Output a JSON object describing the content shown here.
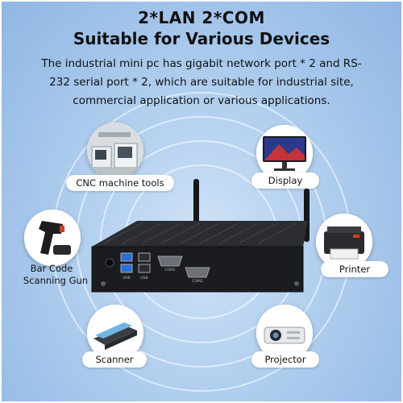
{
  "heading": {
    "line1": "2*LAN 2*COM",
    "line2": "Suitable for Various Devices",
    "description": "The industrial mini pc has gigabit network port * 2 and RS-232 serial port * 2, which are suitable for industrial site, commercial application or various applications."
  },
  "devices": {
    "cnc": "CNC machine tools",
    "display": "Display",
    "barcode_line1": "Bar Code",
    "barcode_line2": "Scanning Gun",
    "printer": "Printer",
    "scanner": "Scanner",
    "projector": "Projector"
  },
  "ports": {
    "usb1": "USB",
    "usb2": "USB",
    "com1": "COM1",
    "com2": "COM2"
  },
  "colors": {
    "background": "#a9c9ec",
    "pc_body": "#1a1c20",
    "port_blue": "#2a6fd1"
  }
}
